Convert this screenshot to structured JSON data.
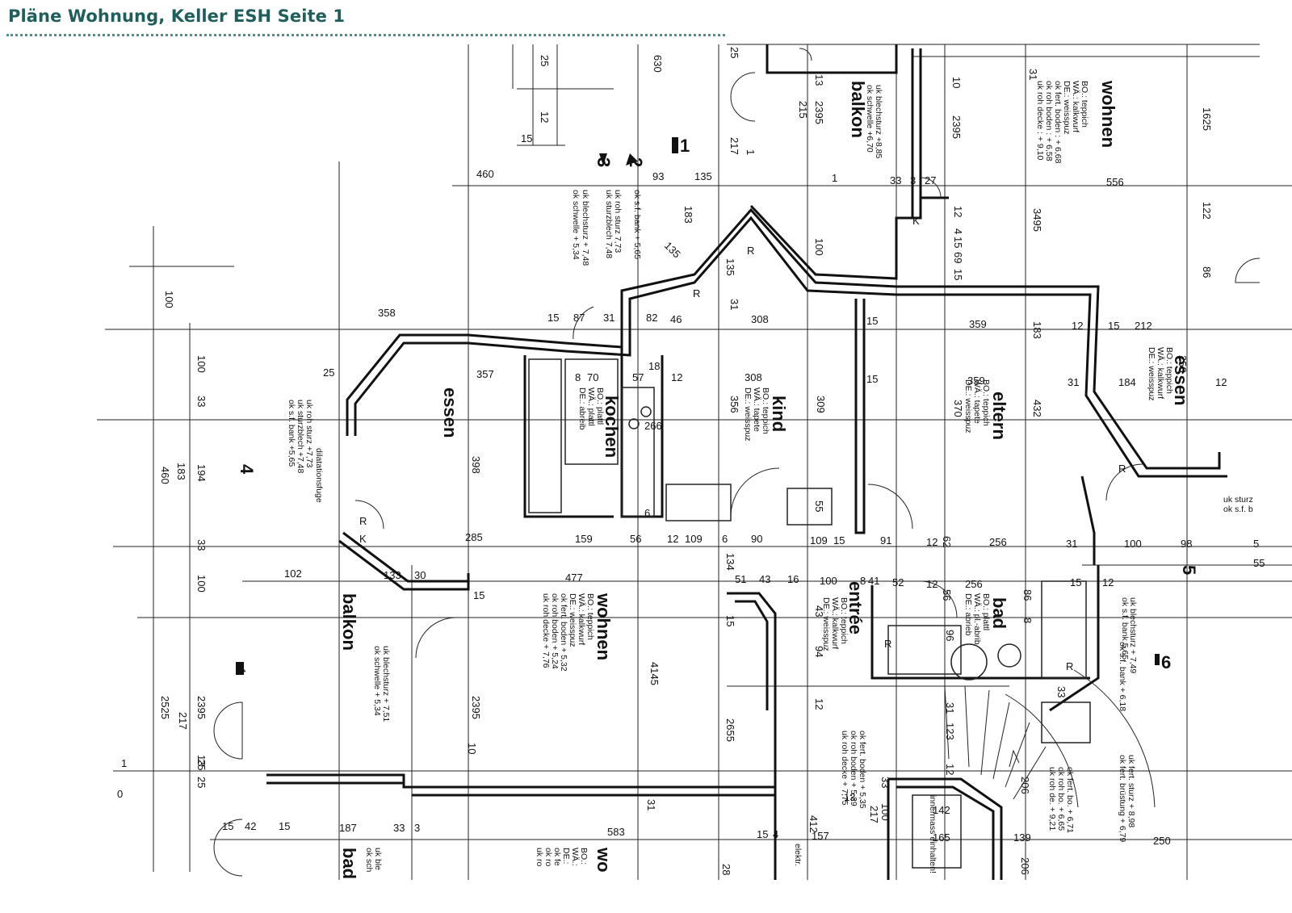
{
  "header": {
    "title": "Pläne Wohnung, Keller ESH Seite 1"
  },
  "colors": {
    "title": "#1e5e5c",
    "rule": "#4f8f8c",
    "ink": "#111111",
    "background": "#ffffff"
  },
  "rooms": {
    "bal_top": {
      "name": "balkon",
      "specs": [
        "uk blechsturz +8,85",
        "ok schwelle +6,70"
      ]
    },
    "wohnen_top": {
      "name": "wohnen",
      "specs": [
        "BO.: teppich",
        "WÄ.: kalkwurf",
        "DE.: weisspuz",
        "ok fert. boden : + 6,68",
        "ok roh boden : + 6,58",
        "uk roh decke : + 9,10"
      ]
    },
    "essen_left": {
      "name": "essen",
      "specs": [
        "uk roh sturz +7,73",
        "uk sturzblech +7,48",
        "ok s.f. bank +5,65"
      ]
    },
    "kochen": {
      "name": "kochen",
      "specs": [
        "BO.: plattl",
        "WÄ.: plattl",
        "DE.: abreib"
      ]
    },
    "kind": {
      "name": "kind",
      "specs": [
        "BO.: teppich",
        "WÄ.: tapete",
        "DE.: weisspuz"
      ]
    },
    "eltern": {
      "name": "eltern",
      "specs": [
        "BO.: teppich",
        "WÄ.: tapete",
        "DE.: weisspuz"
      ]
    },
    "essen_right": {
      "name": "essen",
      "specs": [
        "BO.: teppich",
        "WÄ.: kalkwurf",
        "DE.: weisspuz"
      ]
    },
    "wohnen_mid": {
      "name": "wohnen",
      "specs": [
        "BO.: teppich",
        "WÄ.: kalkwurf",
        "DE.: weisspuz",
        "ok fert. boden + 5,32",
        "ok roh boden + 5,24",
        "uk roh decke + 7,76"
      ]
    },
    "balkon_left": {
      "name": "balkon",
      "specs": [
        "uk blechsturz + 7,51",
        "ok schwelle + 5,34"
      ]
    },
    "entree": {
      "name": "entrée",
      "specs": [
        "BO.: teppich",
        "WÄ.: kalkwurf",
        "DE.: weisspuz"
      ]
    },
    "bad_mid": {
      "name": "bad",
      "specs": [
        "BO.: plattl",
        "WÄ.: pl.-abrib",
        "DE.: abrieb"
      ]
    },
    "treppe": {
      "specs": [
        "ok fert. boden + 5,35",
        "ok roh boden + 5,29",
        "uk roh decke + 7,75"
      ]
    },
    "bal_bottom": {
      "name": "bad",
      "specs": [
        "uk ble",
        "ok sch"
      ]
    },
    "wo_bottom": {
      "name": "wo",
      "specs": [
        "BO.:",
        "WÄ.:",
        "DE.:",
        "ok fe",
        "ok ro",
        "uk ro"
      ]
    }
  },
  "notes": [
    "ok s.f. bank + 5,65",
    "uk roh sturz 7,73",
    "uk sturzblech 7,48",
    "ok schwelle + 5,34",
    "uk blechsturz + 7,48",
    "ok s.f. bank 5,65",
    "uk blechsturz + 7,49",
    "ok s.f. bank + 6,18",
    "uk fert. sturz + 8,98",
    "ok fert. brüstung + 6,79",
    "ok fert. bo. + 6,71",
    "ok roh bo. + 6,65",
    "uk roh de. + 9,21",
    "dilatationsfuge",
    "innermass einhalten!",
    "elektr.",
    "uk sturz",
    "ok s.f. b"
  ],
  "section_marks": [
    "1",
    "2",
    "3",
    "4",
    "5",
    "6"
  ],
  "dimensions": [
    "25",
    "12",
    "15",
    "630",
    "25",
    "13",
    "2395",
    "215",
    "10",
    "2395",
    "31",
    "1625",
    "460",
    "93",
    "135",
    "217",
    "33",
    "3",
    "27",
    "556",
    "183",
    "100",
    "12",
    "4",
    "15",
    "69",
    "15",
    "3495",
    "122",
    "86",
    "135",
    "135",
    "31",
    "358",
    "15",
    "87",
    "31",
    "82",
    "46",
    "308",
    "15",
    "359",
    "12",
    "15",
    "212",
    "25",
    "357",
    "8",
    "70",
    "57",
    "18",
    "12",
    "308",
    "15",
    "359",
    "31",
    "184",
    "258",
    "12",
    "100",
    "100",
    "33",
    "398",
    "266",
    "356",
    "309",
    "370",
    "432",
    "460",
    "183",
    "194",
    "33",
    "285",
    "159",
    "56",
    "12",
    "109",
    "6",
    "90",
    "109",
    "15",
    "91",
    "12",
    "62",
    "256",
    "31",
    "100",
    "98",
    "102",
    "133",
    "30",
    "477",
    "134",
    "51",
    "43",
    "16",
    "100",
    "8",
    "41",
    "52",
    "12",
    "56",
    "256",
    "86",
    "8",
    "15",
    "12",
    "100",
    "2395",
    "4145",
    "15",
    "43",
    "96",
    "94",
    "12",
    "2655",
    "31",
    "123",
    "33",
    "2395",
    "217",
    "2525",
    "13",
    "25",
    "15",
    "42",
    "15",
    "187",
    "33",
    "3",
    "583",
    "31",
    "28",
    "15",
    "4",
    "412",
    "157",
    "33",
    "217",
    "100",
    "142",
    "165",
    "206",
    "139",
    "206",
    "250",
    "15",
    "10",
    "12",
    "13",
    "25",
    "55",
    "183",
    "5",
    "55",
    "R",
    "R",
    "R",
    "R",
    "R",
    "K",
    "K",
    "R",
    "6",
    "1",
    "1",
    "1",
    "1",
    "0"
  ]
}
